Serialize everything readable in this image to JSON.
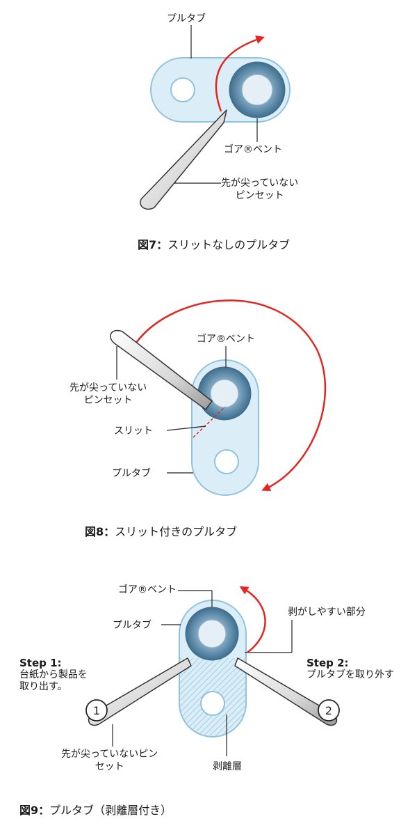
{
  "fig7": {
    "pulltab": "プルタブ",
    "vent": "ゴア®ベント",
    "tweezers_l1": "先が尖っていない",
    "tweezers_l2": "ピンセット",
    "caption_num": "図7：",
    "caption_text": "スリットなしのプルタブ"
  },
  "fig8": {
    "vent": "ゴア®ベント",
    "tweezers_l1": "先が尖っていない",
    "tweezers_l2": "ピンセット",
    "slit": "スリット",
    "pulltab": "プルタブ",
    "caption_num": "図8：",
    "caption_text": "スリット付きのプルタブ"
  },
  "fig9": {
    "vent": "ゴア®ベント",
    "pulltab": "プルタブ",
    "easy_peel": "剥がしやすい部分",
    "step1_title": "Step 1:",
    "step1_l1": "台紙から製品を",
    "step1_l2": "取り出す。",
    "step2_title": "Step 2:",
    "step2_l1": "プルタブを取り外す",
    "num1": "1",
    "num2": "2",
    "tweezers_l1": "先が尖っていないピン",
    "tweezers_l2": "セット",
    "release_layer": "剥離層",
    "caption_num": "図9：",
    "caption_text": "プルタブ（剥離層付き）"
  },
  "colors": {
    "tab_fill": "#dbeef7",
    "tab_stroke": "#8fc3df",
    "vent_dark": "#4f7f9f",
    "vent_light": "#b9d4e6",
    "arrow": "#e2261f",
    "hatch": "#a8cfe6"
  }
}
